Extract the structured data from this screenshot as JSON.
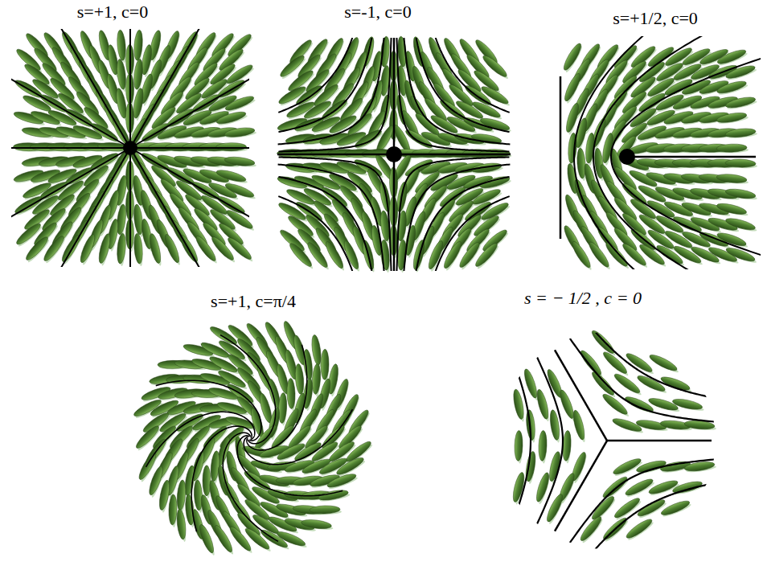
{
  "diagram": {
    "labels": [
      "s=+1, c=0",
      "s=-1, c=0",
      "s=+1/2, c=0",
      "s=+1, c=π/4",
      "s = − 1/2 , c = 0"
    ]
  }
}
